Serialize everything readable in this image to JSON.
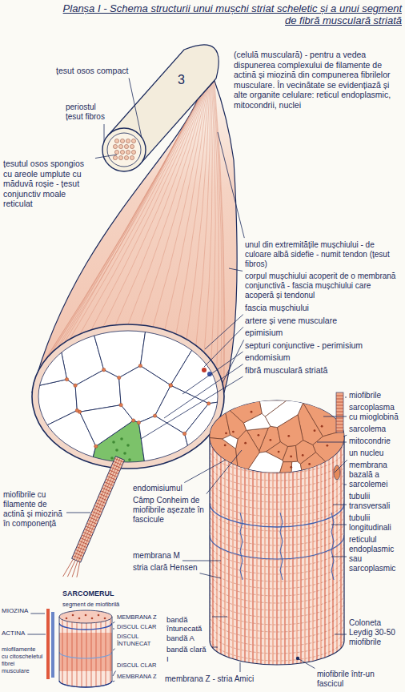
{
  "diagram": {
    "title": "Planșa I - Schema structurii unui mușchi striat scheletic și a unui segment de fibră musculară striată",
    "labels": [
      "(celulă musculară) - pentru a vedea dispunerea complexului de filamente de actină și miozină din compunerea fibrilelor musculare. În vecinătate se evidențiază și alte organite celulare: reticul endoplasmic, mitocondrii, nuclei",
      "3",
      "țesut osos compact",
      "periostul țesut fibros",
      "țesutul osos spongios cu areole umplute cu măduvă roșie - țesut conjunctiv moale reticulat",
      "unul din extremitățile mușchiului - de culoare albă sidefie - numit tendon (țesut fibros)",
      "corpul mușchiului acoperit de o membrană conjunctivă - fascia mușchiului care acoperă și tendonul",
      "fascia mușchiului",
      "artere și vene musculare",
      "epimisium",
      "septuri conjunctive - perimisium",
      "endomisium",
      "fibră musculară striată",
      "miofibrile",
      "sarcoplasma cu mioglobină",
      "sarcolema",
      "mitocondrie",
      "un nucleu",
      "membrana bazală a sarcolemei",
      "tubulii transversali",
      "tubulii longitudinali",
      "reticulul endoplasmic sau sarcoplasmic",
      "miofibrile cu filamente de actină și miozină în componență",
      "endomisiumul",
      "Câmp Conheim de miofibrile așezate în fascicule",
      "membrana M",
      "stria clară Hensen",
      "Coloneta Leydig 30-50 miofibrile",
      "SARCOMERUL",
      "segment de miofibrilă",
      "MIOZINA",
      "ACTINA",
      "MEMBRANA Z",
      "DISCUL CLAR",
      "DISCUL ÎNTUNECAT",
      "DISCUL CLAR",
      "MEMBRANA Z",
      "miofilamente cu citoscheletul fibrei musculare",
      "bandă întunecată bandă A",
      "bandă clară I",
      "membrana Z - stria Amici",
      "miofibrile într-un fascicul"
    ]
  }
}
